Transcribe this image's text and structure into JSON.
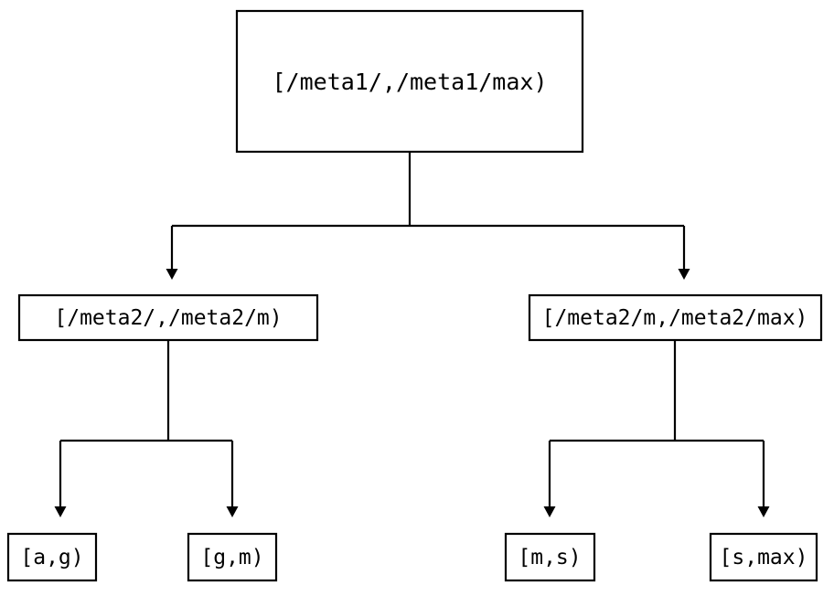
{
  "diagram": {
    "type": "tree",
    "title": "",
    "background_color": "#ffffff",
    "line_color": "#000000",
    "text_color": "#000000",
    "levels": 3,
    "nodes": {
      "root": {
        "label": "[/meta1/,/meta1/max)"
      },
      "mid_left": {
        "label": "[/meta2/,/meta2/m)"
      },
      "mid_right": {
        "label": "[/meta2/m,/meta2/max)"
      },
      "leaf_1": {
        "label": "[a,g)"
      },
      "leaf_2": {
        "label": "[g,m)"
      },
      "leaf_3": {
        "label": "[m,s)"
      },
      "leaf_4": {
        "label": "[s,max)"
      }
    }
  }
}
